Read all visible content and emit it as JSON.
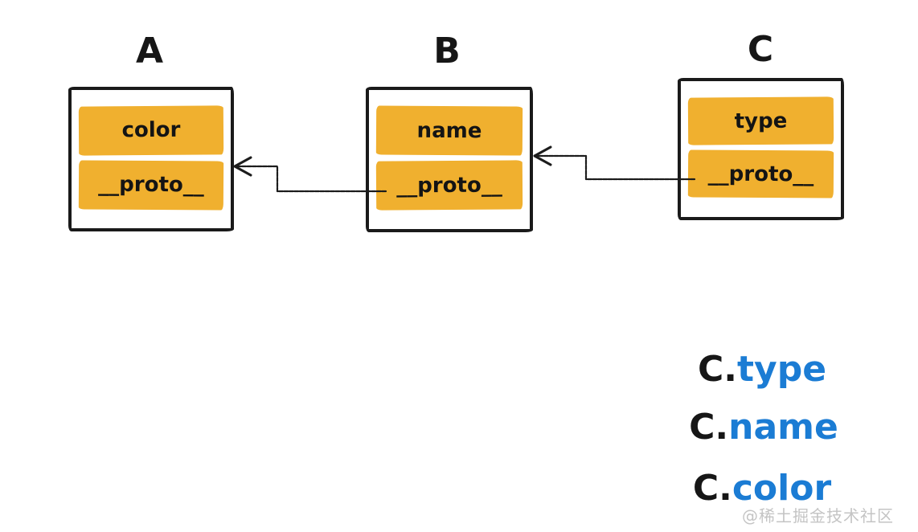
{
  "objects": [
    {
      "id": "A",
      "label": "A",
      "fields": [
        "color",
        "__proto__"
      ]
    },
    {
      "id": "B",
      "label": "B",
      "fields": [
        "name",
        "__proto__"
      ]
    },
    {
      "id": "C",
      "label": "C",
      "fields": [
        "type",
        "__proto__"
      ]
    }
  ],
  "relations": [
    {
      "from": "C.__proto__",
      "to": "B",
      "type": "prototype-link"
    },
    {
      "from": "B.__proto__",
      "to": "A",
      "type": "prototype-link"
    }
  ],
  "expressions": [
    {
      "base": "C.",
      "prop": "type"
    },
    {
      "base": "C.",
      "prop": "name"
    },
    {
      "base": "C.",
      "prop": "color"
    }
  ],
  "watermark": "@稀土掘金技术社区",
  "colors": {
    "cell_fill": "#F0B02F",
    "ink": "#1A1A1A",
    "property_blue": "#1B7CD4",
    "watermark_gray": "#C4C4C4",
    "background": "#FFFFFF"
  }
}
